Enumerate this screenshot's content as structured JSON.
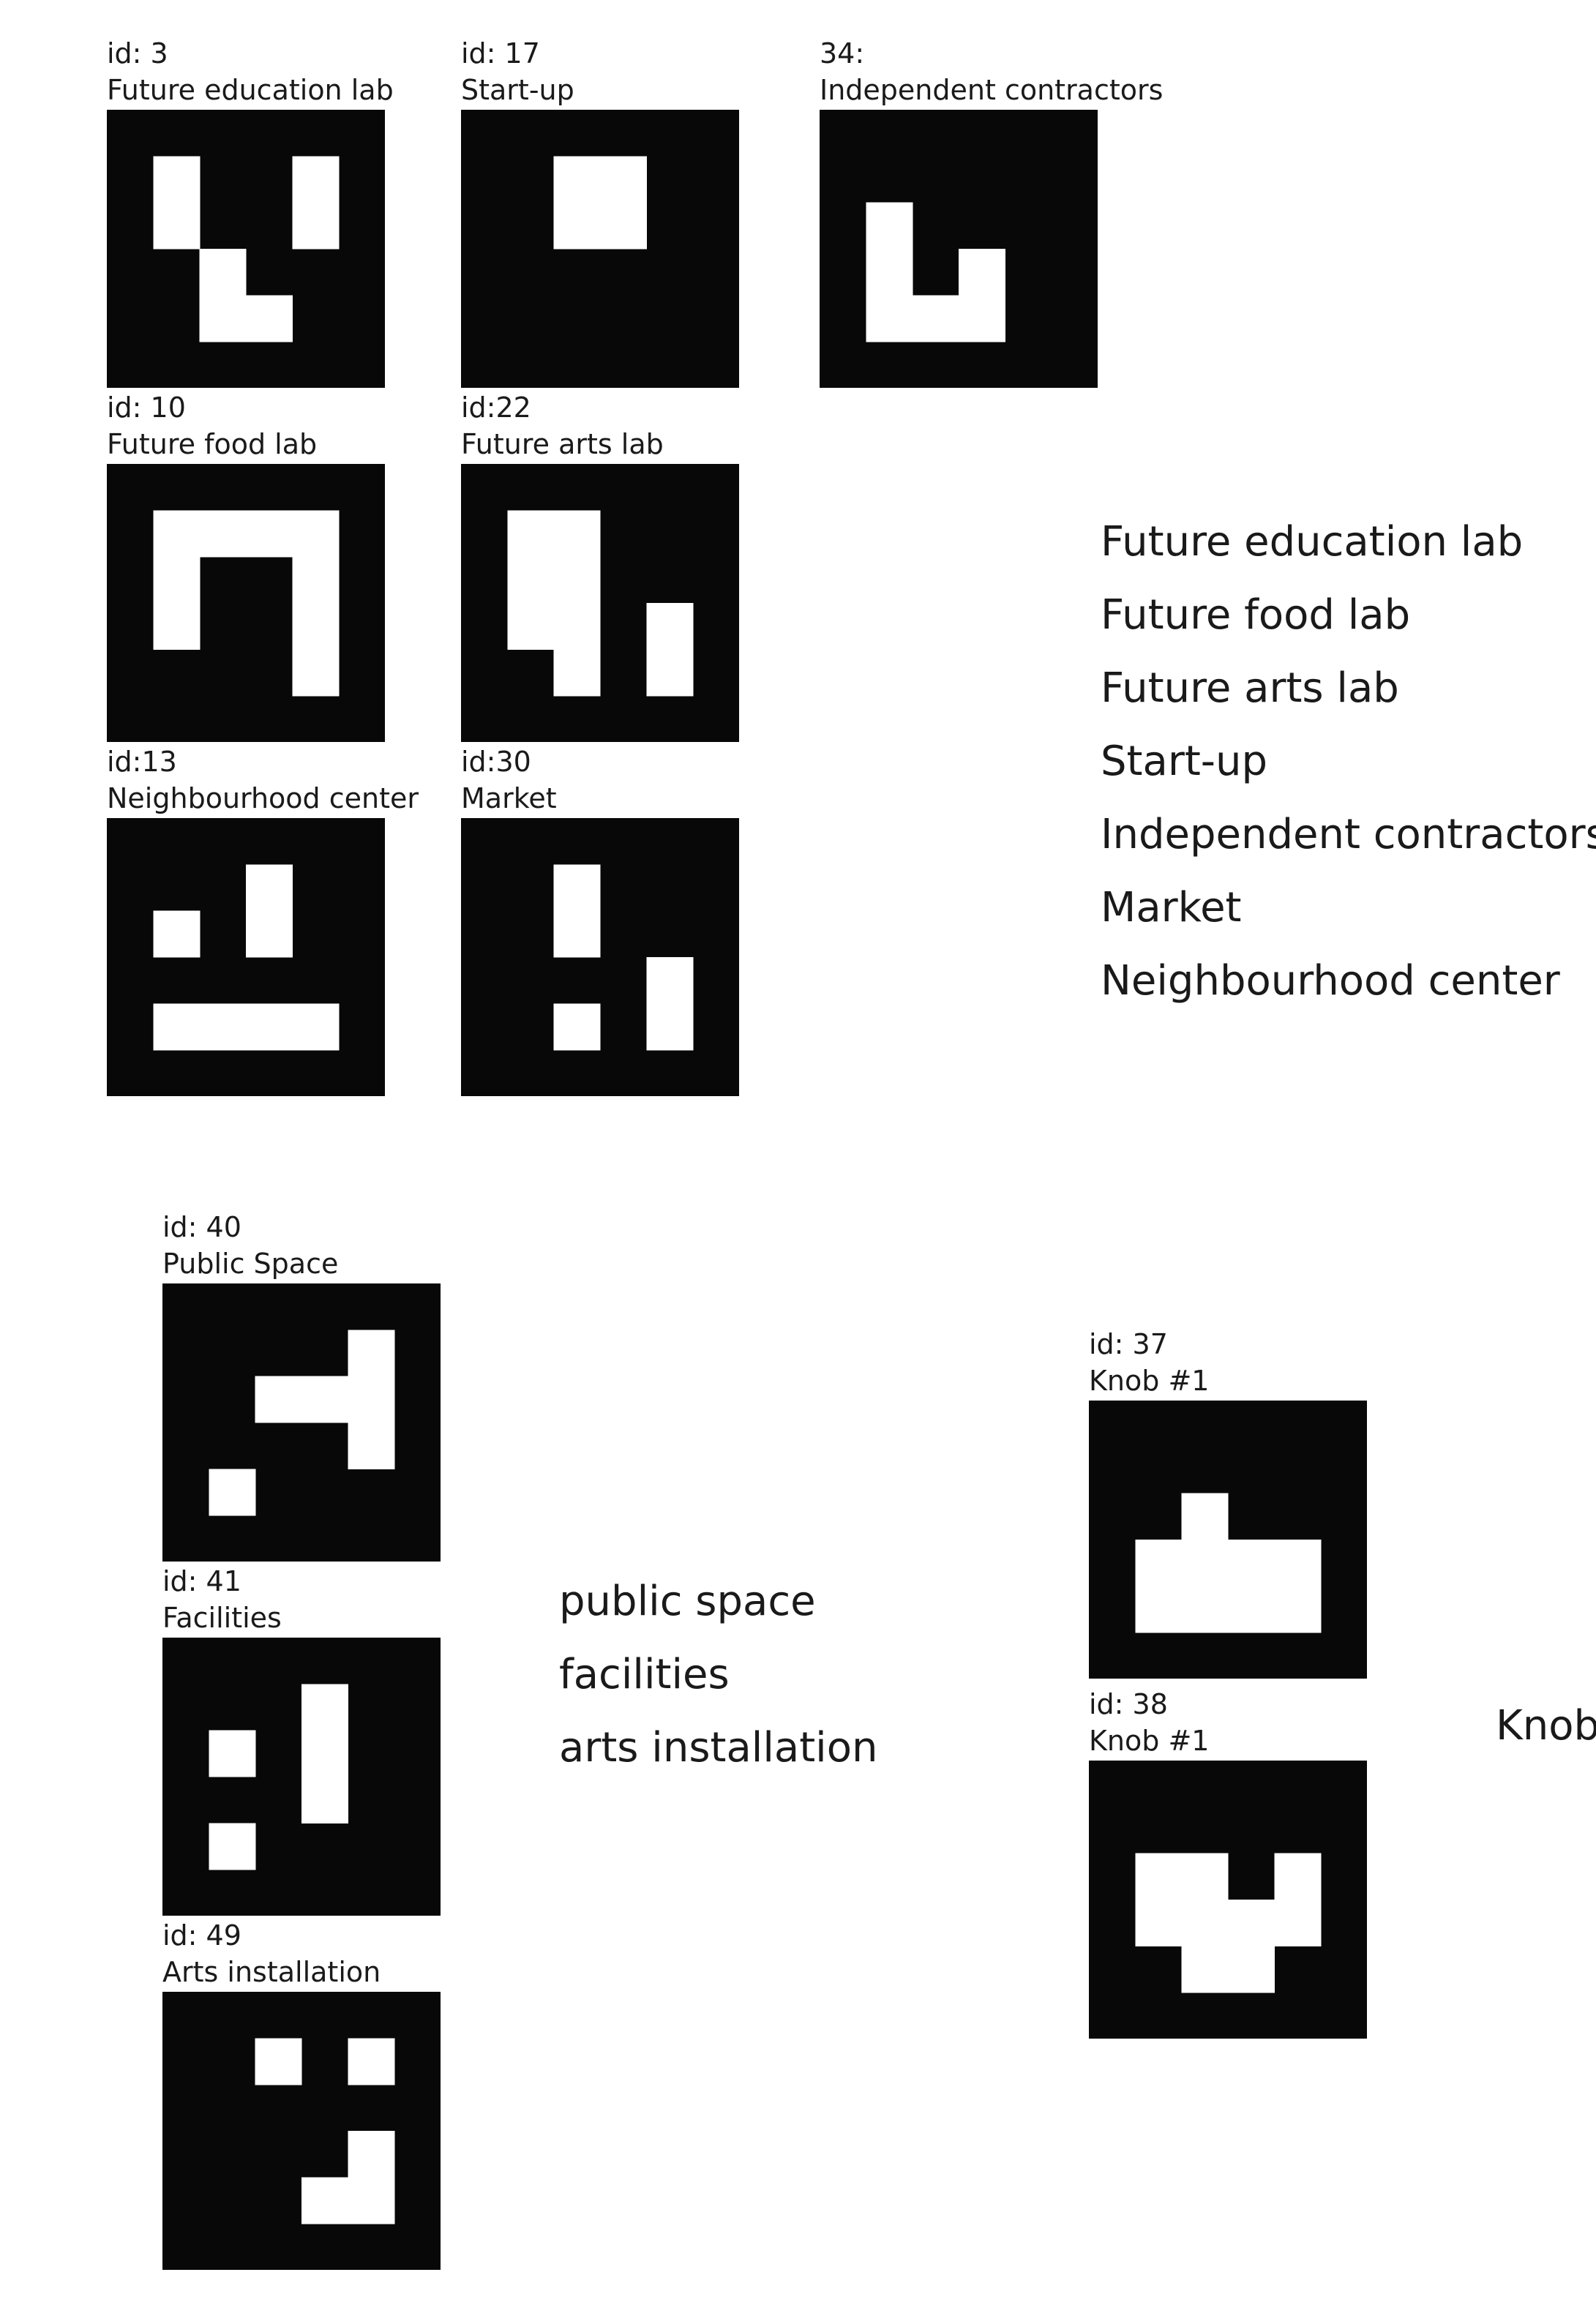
{
  "markers": [
    {
      "key": "m3",
      "id_label": "id: 3",
      "name": "Future education lab",
      "cells": [
        [
          1,
          1
        ],
        [
          1,
          2
        ],
        [
          4,
          1
        ],
        [
          4,
          2
        ],
        [
          2,
          3
        ],
        [
          2,
          4
        ],
        [
          3,
          4
        ]
      ]
    },
    {
      "key": "m17",
      "id_label": "id: 17",
      "name": "Start-up",
      "cells": [
        [
          2,
          1
        ],
        [
          3,
          1
        ],
        [
          2,
          2
        ],
        [
          3,
          2
        ]
      ]
    },
    {
      "key": "m34",
      "id_label": "34:",
      "name": "Independent contractors",
      "cells": [
        [
          1,
          2
        ],
        [
          1,
          3
        ],
        [
          1,
          4
        ],
        [
          2,
          4
        ],
        [
          3,
          3
        ],
        [
          3,
          4
        ]
      ]
    },
    {
      "key": "m10",
      "id_label": "id: 10",
      "name": "Future food lab",
      "cells": [
        [
          1,
          1
        ],
        [
          2,
          1
        ],
        [
          3,
          1
        ],
        [
          4,
          1
        ],
        [
          1,
          2
        ],
        [
          4,
          2
        ],
        [
          1,
          3
        ],
        [
          4,
          3
        ],
        [
          4,
          4
        ]
      ]
    },
    {
      "key": "m22",
      "id_label": "id:22",
      "name": "Future arts lab",
      "cells": [
        [
          1,
          1
        ],
        [
          2,
          1
        ],
        [
          1,
          2
        ],
        [
          2,
          2
        ],
        [
          1,
          3
        ],
        [
          2,
          3
        ],
        [
          2,
          4
        ],
        [
          4,
          3
        ],
        [
          4,
          4
        ]
      ]
    },
    {
      "key": "m13",
      "id_label": "id:13",
      "name": "Neighbourhood center",
      "cells": [
        [
          3,
          1
        ],
        [
          3,
          2
        ],
        [
          1,
          2
        ],
        [
          1,
          4
        ],
        [
          2,
          4
        ],
        [
          3,
          4
        ],
        [
          4,
          4
        ]
      ]
    },
    {
      "key": "m30",
      "id_label": "id:30",
      "name": "Market",
      "cells": [
        [
          2,
          1
        ],
        [
          2,
          2
        ],
        [
          2,
          4
        ],
        [
          4,
          3
        ],
        [
          4,
          4
        ]
      ]
    },
    {
      "key": "m40",
      "id_label": "id: 40",
      "name": "Public Space",
      "cells": [
        [
          4,
          1
        ],
        [
          4,
          2
        ],
        [
          4,
          3
        ],
        [
          2,
          2
        ],
        [
          3,
          2
        ],
        [
          1,
          4
        ]
      ]
    },
    {
      "key": "m41",
      "id_label": "id: 41",
      "name": "Facilities",
      "cells": [
        [
          3,
          1
        ],
        [
          3,
          2
        ],
        [
          3,
          3
        ],
        [
          1,
          2
        ],
        [
          1,
          4
        ]
      ]
    },
    {
      "key": "m49",
      "id_label": "id: 49",
      "name": "Arts installation",
      "cells": [
        [
          2,
          1
        ],
        [
          4,
          1
        ],
        [
          4,
          3
        ],
        [
          3,
          4
        ],
        [
          4,
          4
        ]
      ]
    },
    {
      "key": "m37",
      "id_label": "id: 37",
      "name": "Knob #1",
      "cells": [
        [
          2,
          2
        ],
        [
          1,
          3
        ],
        [
          2,
          3
        ],
        [
          3,
          3
        ],
        [
          4,
          3
        ],
        [
          1,
          4
        ],
        [
          2,
          4
        ],
        [
          3,
          4
        ],
        [
          4,
          4
        ]
      ]
    },
    {
      "key": "m38",
      "id_label": "id: 38",
      "name": "Knob #1",
      "cells": [
        [
          1,
          2
        ],
        [
          2,
          2
        ],
        [
          4,
          2
        ],
        [
          1,
          3
        ],
        [
          2,
          3
        ],
        [
          3,
          3
        ],
        [
          4,
          3
        ],
        [
          2,
          4
        ],
        [
          3,
          4
        ]
      ]
    }
  ],
  "legend_main": [
    "Future education lab",
    "Future food lab",
    "Future arts lab",
    "Start-up",
    "Independent contractors",
    "Market",
    "Neighbourhood center"
  ],
  "legend_secondary": [
    "public space",
    "facilities",
    "arts installation"
  ],
  "knob_label": "Knob"
}
